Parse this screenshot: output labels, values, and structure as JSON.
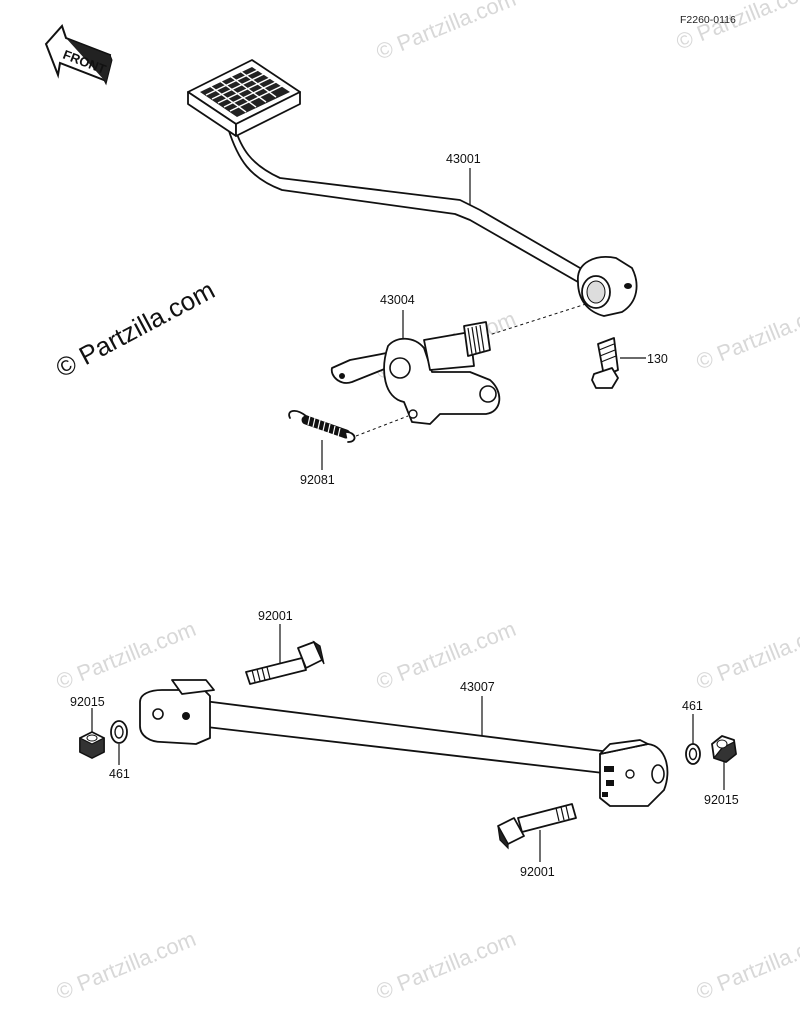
{
  "diagram_code": "F2260-0116",
  "front_label": "FRONT",
  "watermark": "© Partzilla.com",
  "parts": {
    "brake_pedal": "43001",
    "brake_shaft": "43004",
    "bolt_130": "130",
    "spring": "92081",
    "upper_bolt": "92001",
    "lower_bolt": "92001",
    "rod": "43007",
    "left_nut": "92015",
    "left_washer": "461",
    "right_washer": "461",
    "right_nut": "92015"
  }
}
